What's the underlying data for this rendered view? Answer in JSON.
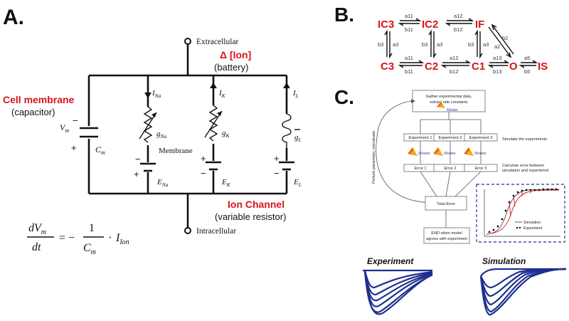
{
  "panel_a": {
    "label": "A.",
    "extracellular": "Extracellular",
    "intracellular": "Intracellular",
    "delta_ion": "Δ [Ion]",
    "battery": "(battery)",
    "cell_membrane": "Cell membrane",
    "capacitor": "(capacitor)",
    "ion_channel": "Ion Channel",
    "variable_resistor": "(variable resistor)",
    "vm": "V",
    "vm_sub": "m",
    "cm": "C",
    "cm_sub": "m",
    "membrane": "Membrane",
    "i_na": "I",
    "i_na_sub": "Na",
    "i_k": "I",
    "i_k_sub": "K",
    "i_l": "I",
    "i_l_sub": "L",
    "g_na": "g",
    "g_na_sub": "Na",
    "g_k": "g",
    "g_k_sub": "K",
    "g_l": "g",
    "g_l_sub": "L",
    "e_na": "E",
    "e_na_sub": "Na",
    "e_k": "E",
    "e_k_sub": "K",
    "e_l": "E",
    "e_l_sub": "L",
    "plus": "+",
    "minus": "−",
    "eq_num": "dV",
    "eq_num_sub": "m",
    "eq_den": "dt",
    "eq_equals": "= −",
    "eq_one": "1",
    "eq_cm": "C",
    "eq_cm_sub": "m",
    "eq_dot": "·",
    "eq_i": "I",
    "eq_i_sub": "Ion"
  },
  "panel_b": {
    "label": "B.",
    "states": [
      "IC3",
      "IC2",
      "IF",
      "C3",
      "C2",
      "C1",
      "O",
      "IS"
    ],
    "rates": [
      "a11",
      "b11",
      "a12",
      "b12",
      "b2",
      "a2",
      "b3",
      "a3",
      "b3",
      "a3",
      "b3",
      "a3",
      "a11",
      "b11",
      "a12",
      "b12",
      "a13",
      "b13",
      "a5",
      "b5"
    ]
  },
  "panel_c": {
    "label": "C.",
    "gather": [
      "Gather experimental data,",
      "extract rate constants"
    ],
    "master": "Master",
    "worker": "Worker",
    "experiments": [
      "Experiment 1",
      "Experiment 2",
      "Experiment 3"
    ],
    "errors": [
      "Error 1",
      "Error 2",
      "Error 3"
    ],
    "simulate": "Simulate the experiments",
    "calc_error": [
      "Calculate error between",
      "simulation and experiemnt"
    ],
    "total_error": "Total Error",
    "end": [
      "END when model",
      "agrees with experiment"
    ],
    "perturb": "Perturb parameter, reevaluate",
    "legend_sim": "Simulation",
    "legend_exp": "Experiment"
  },
  "traces": {
    "experiment_title": "Experiment",
    "simulation_title": "Simulation"
  },
  "colors": {
    "red": "#d8141a",
    "trace_blue": "#1f2f8f",
    "dashed_box": "#4b4ba8"
  }
}
